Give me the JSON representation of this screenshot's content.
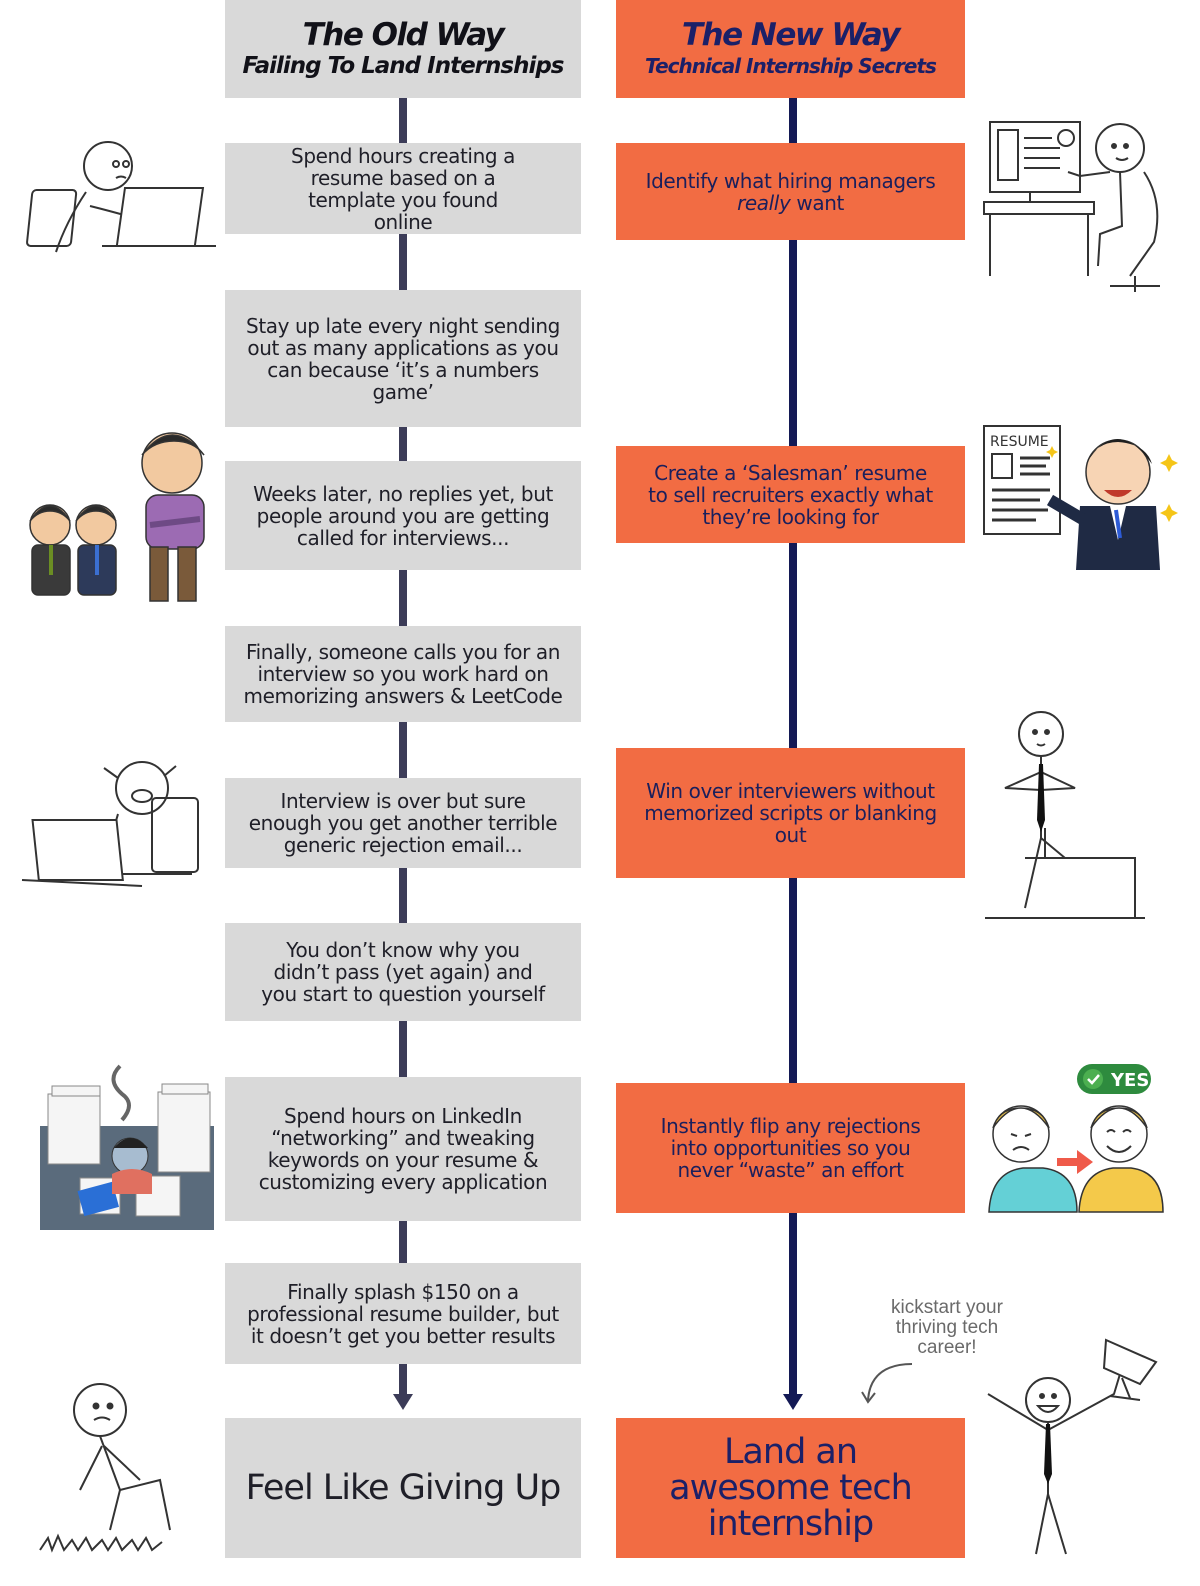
{
  "old_way": {
    "title": "The Old Way",
    "subtitle": "Failing To Land Internships",
    "steps": [
      "Spend hours creating a resume based on a template you found online",
      "Stay up late every night sending out as many applications as you can because ‘it’s a numbers game’",
      "Weeks later, no replies yet, but people around you are getting called for interviews...",
      "Finally, someone calls you for an interview so you work hard on memorizing answers & LeetCode",
      "Interview is over but sure enough you get another terrible generic rejection email...",
      "You don’t know why you didn’t pass (yet again) and you start to question yourself",
      "Spend hours on LinkedIn “networking” and tweaking keywords on your resume & customizing every application",
      "Finally splash $150 on a professional resume builder, but it doesn’t get you better results"
    ],
    "outcome": "Feel Like Giving Up"
  },
  "new_way": {
    "title": "The New Way",
    "subtitle": "Technical Internship Secrets",
    "steps": [
      {
        "before": "Identify what hiring managers",
        "emphasis": "really",
        "after": "want"
      },
      {
        "text": "Create a ‘Salesman’ resume to sell recruiters exactly what they’re looking for"
      },
      {
        "text": "Win over interviewers without memorized scripts or blanking out"
      },
      {
        "text": "Instantly flip any rejections into opportunities so you never “waste” an effort"
      }
    ],
    "outcome": "Land an awesome tech internship",
    "note": "kickstart your thriving tech career!"
  },
  "illustrations": {
    "resume_label": "RESUME",
    "yes_badge": "YES"
  },
  "colors": {
    "old_box": "#d9d9d9",
    "new_box": "#f26c43",
    "old_line": "#3c3c58",
    "new_line": "#141a55",
    "new_text": "#1b2068"
  }
}
